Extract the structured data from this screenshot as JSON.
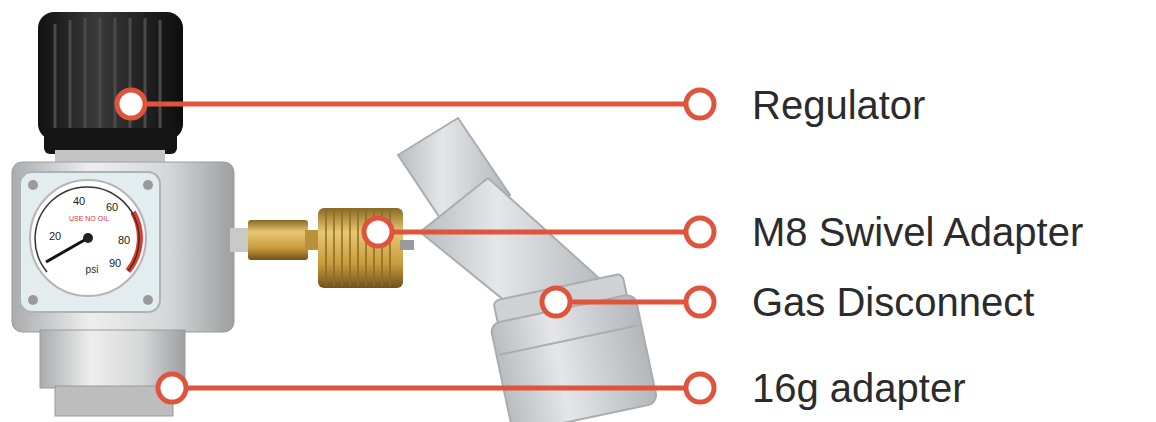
{
  "diagram": {
    "labels": [
      "Regulator",
      "M8 Swivel Adapter",
      "Gas Disconnect",
      "16g adapter",
      "20",
      "40",
      "60",
      "80",
      "90",
      "psi",
      "USE NO OIL"
    ]
  }
}
